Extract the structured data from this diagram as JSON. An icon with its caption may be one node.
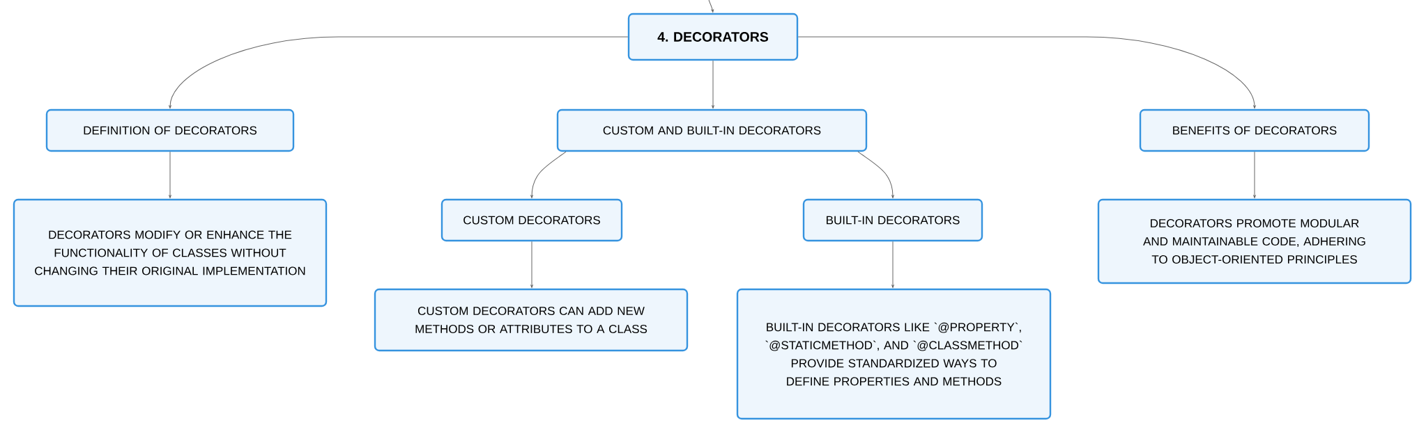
{
  "diagram": {
    "nodes": [
      {
        "text": [
          "4. DECORATORS"
        ]
      },
      {
        "text": [
          "DEFINITION OF DECORATORS"
        ]
      },
      {
        "text": [
          "CUSTOM AND BUILT-IN DECORATORS"
        ]
      },
      {
        "text": [
          "BENEFITS OF DECORATORS"
        ]
      },
      {
        "text": [
          "DECORATORS MODIFY OR ENHANCE THE FUNCTIONALITY OF CLASSES WITHOUT CHANGING THEIR ORIGINAL IMPLEMENTATION"
        ]
      },
      {
        "text": [
          "CUSTOM DECORATORS"
        ]
      },
      {
        "text": [
          "BUILT-IN DECORATORS"
        ]
      },
      {
        "text": [
          "DECORATORS PROMOTE MODULAR AND MAINTAINABLE CODE, ADHERING TO OBJECT-ORIENTED PRINCIPLES"
        ]
      },
      {
        "text": [
          "CUSTOM DECORATORS CAN ADD NEW METHODS OR ATTRIBUTES TO A CLASS"
        ]
      },
      {
        "text": [
          "BUILT-IN DECORATORS LIKE `@PROPERTY`, `@STATICMETHOD`, AND `@CLASSMETHOD` PROVIDE STANDARDIZED WAYS TO DEFINE PROPERTIES AND METHODS"
        ]
      }
    ],
    "edges": [
      {
        "from": null,
        "to": 0,
        "arrow": "to"
      },
      {
        "from": 0,
        "to": 1,
        "arrow": "to"
      },
      {
        "from": 0,
        "to": 2,
        "arrow": "to"
      },
      {
        "from": 0,
        "to": 3,
        "arrow": "to"
      },
      {
        "from": 1,
        "to": 4,
        "arrow": "to"
      },
      {
        "from": 2,
        "to": 5,
        "arrow": "to"
      },
      {
        "from": 2,
        "to": 6,
        "arrow": "to"
      },
      {
        "from": 3,
        "to": 7,
        "arrow": "to"
      },
      {
        "from": 5,
        "to": 8,
        "arrow": "to"
      },
      {
        "from": 6,
        "to": 9,
        "arrow": "to"
      }
    ]
  }
}
